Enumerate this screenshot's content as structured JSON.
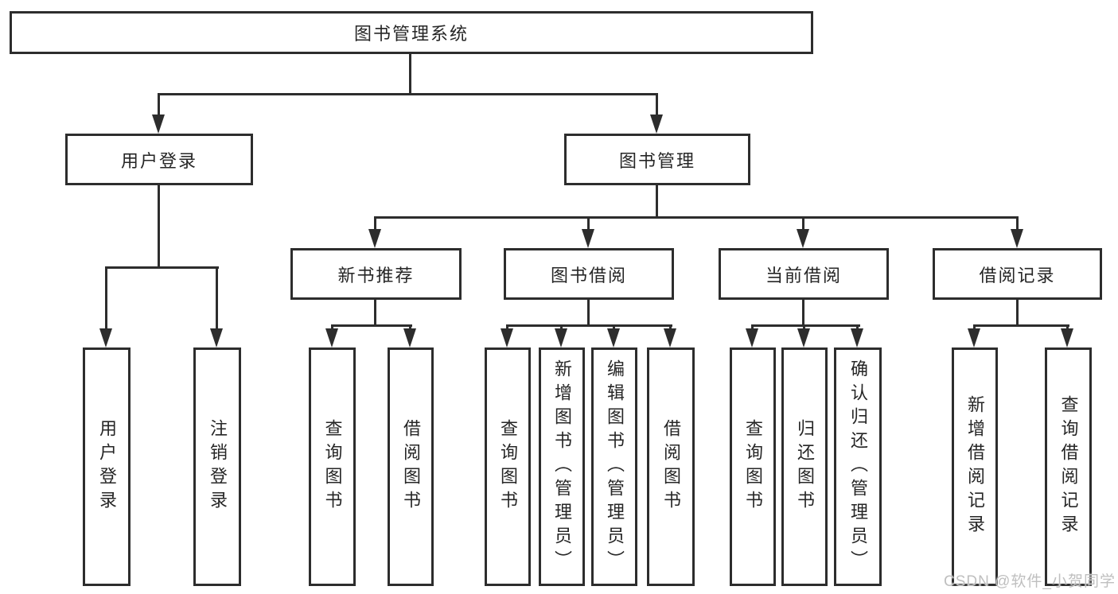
{
  "colors": {
    "line": "#2d2d2d",
    "text": "#262626",
    "background": "#ffffff",
    "watermark_color": "#bfbfbf"
  },
  "tree": {
    "root": {
      "label": "图书管理系统"
    },
    "level2": [
      {
        "label": "用户登录",
        "leaves": [
          "用户登录",
          "注销登录"
        ]
      },
      {
        "label": "图书管理"
      }
    ],
    "level3": [
      {
        "label": "新书推荐",
        "leaves": [
          "查询图书",
          "借阅图书"
        ]
      },
      {
        "label": "图书借阅",
        "leaves": [
          "查询图书",
          "新增图书（管理员）",
          "编辑图书（管理员）",
          "借阅图书"
        ]
      },
      {
        "label": "当前借阅",
        "leaves": [
          "查询图书",
          "归还图书",
          "确认归还（管理员）"
        ]
      },
      {
        "label": "借阅记录",
        "leaves": [
          "新增借阅记录",
          "查询借阅记录"
        ]
      }
    ]
  },
  "watermark": "CSDN @软件_小贺同学"
}
